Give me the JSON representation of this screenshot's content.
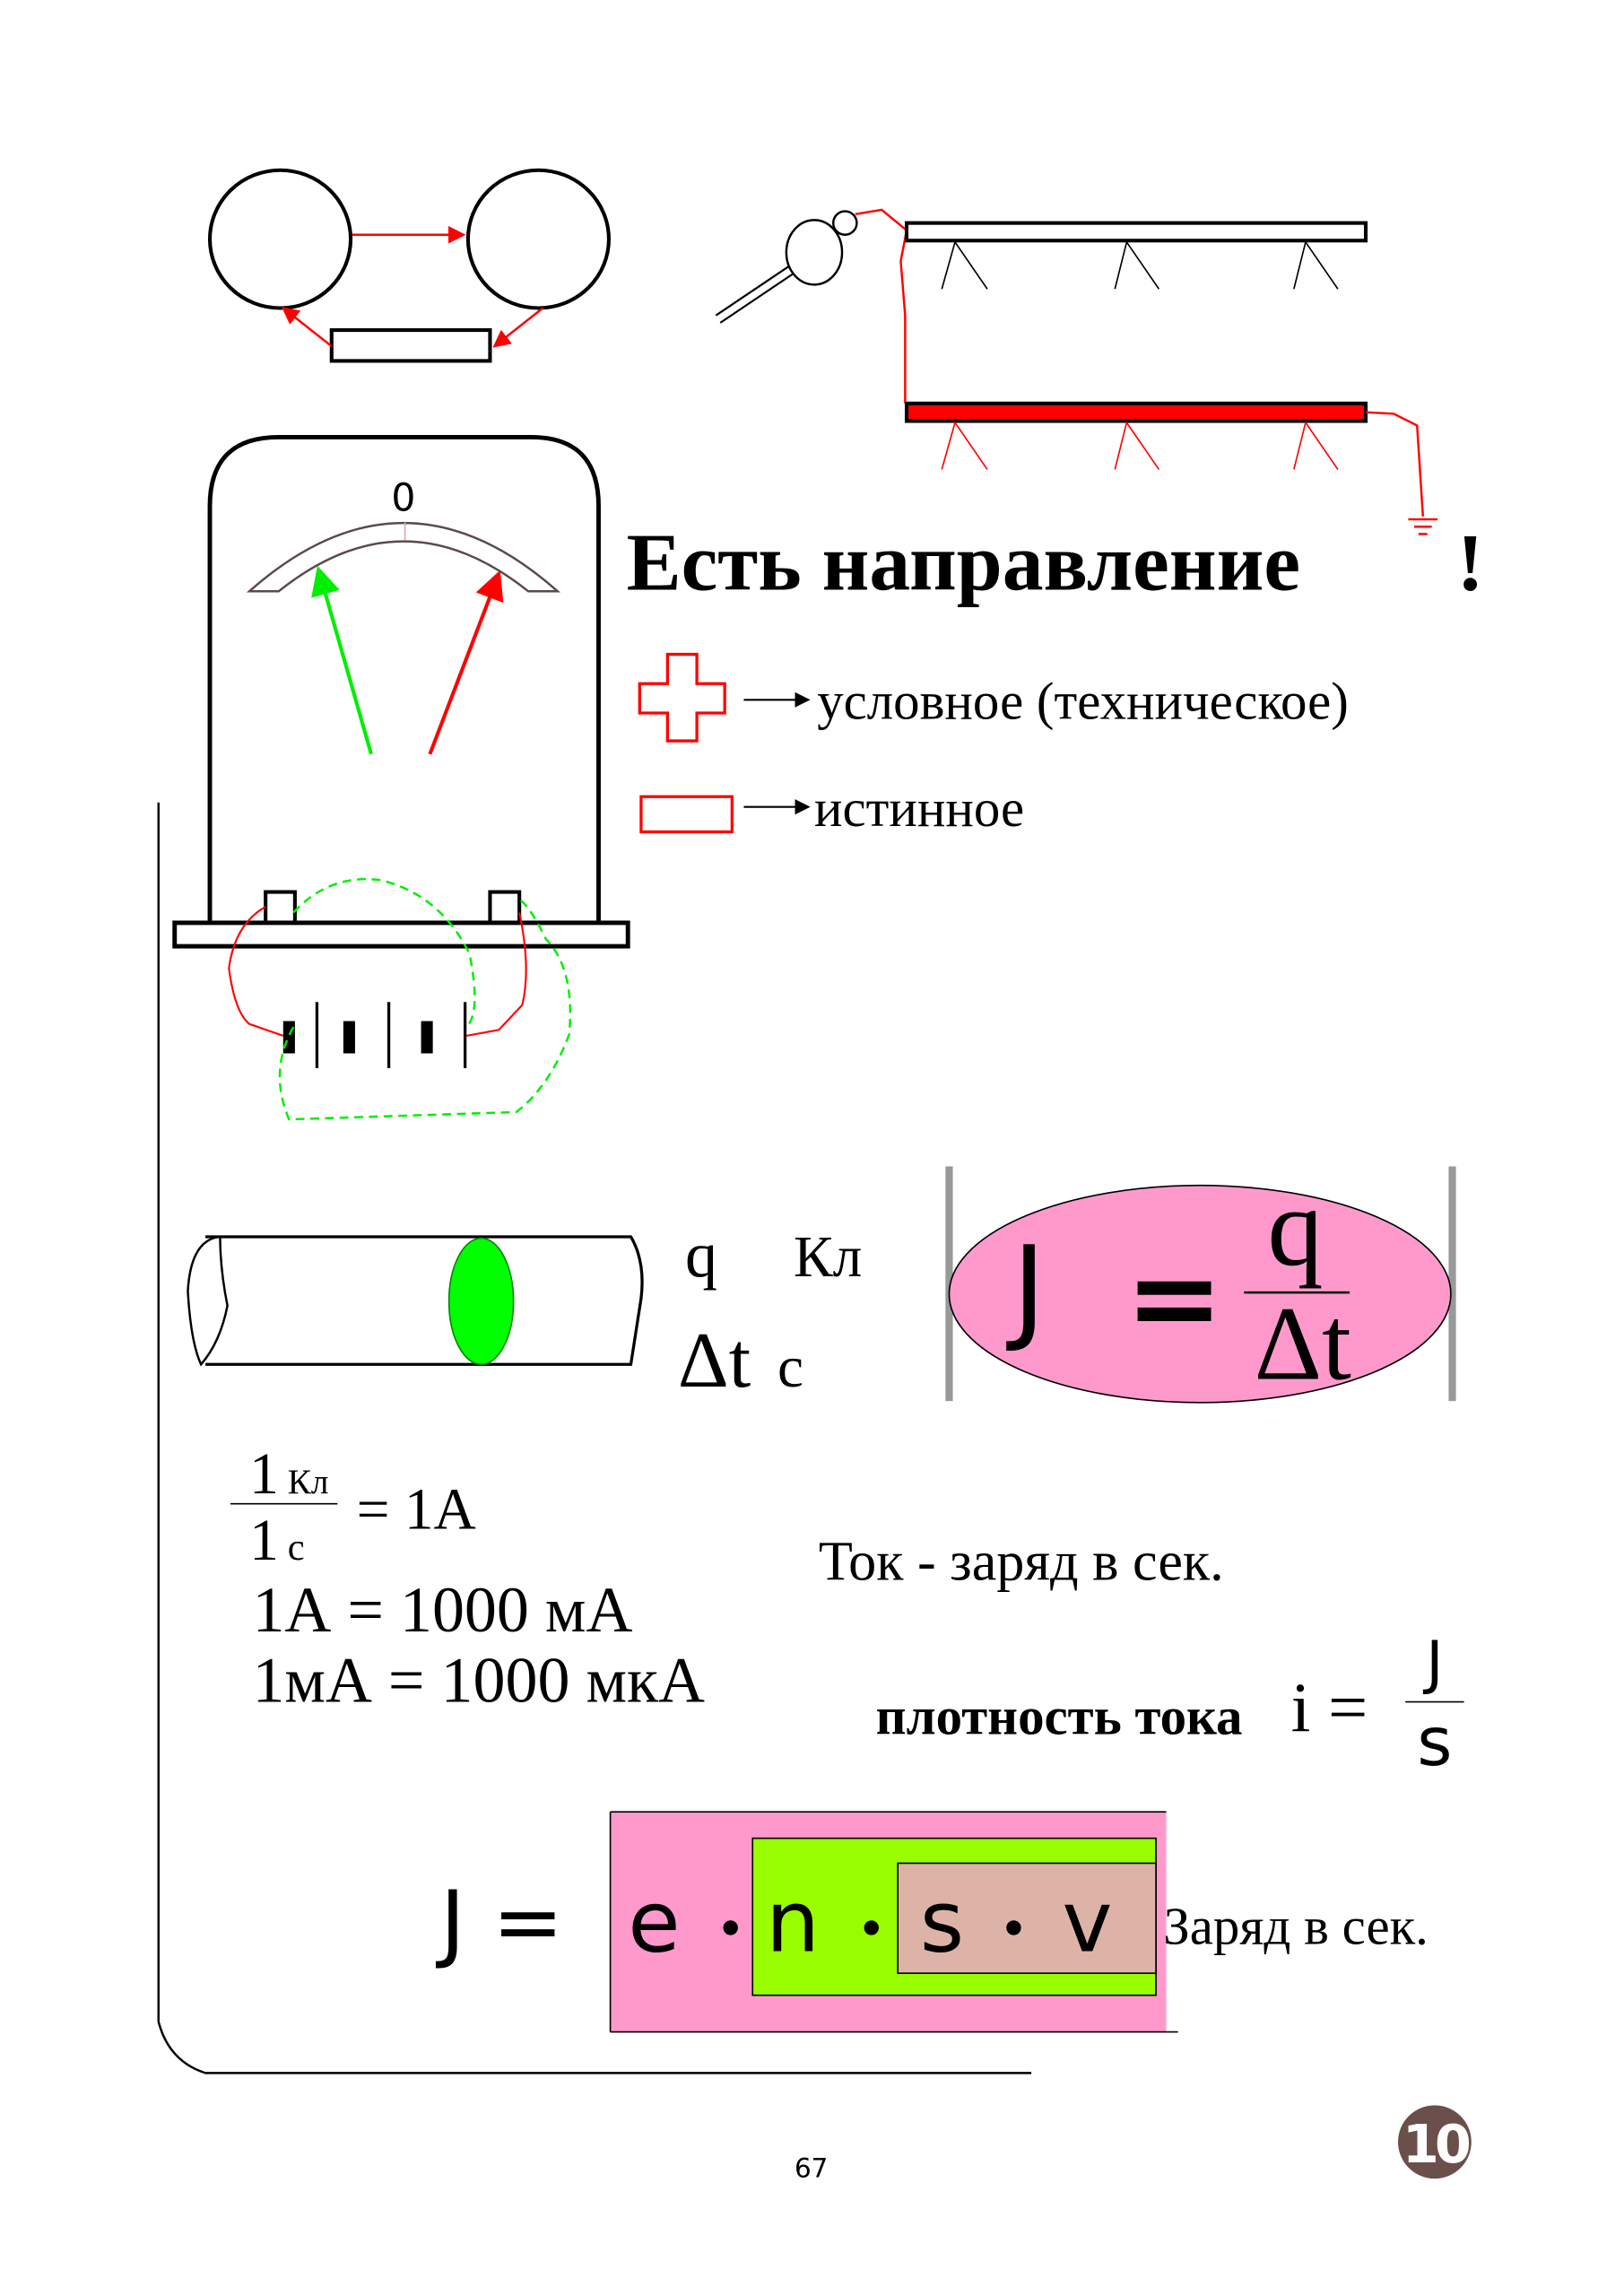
{
  "meter": {
    "zero_label": "0"
  },
  "title": {
    "text": "Есть направление",
    "exclamation": "!"
  },
  "legend": {
    "conventional": "условное (техническое)",
    "true_direction": "истинное"
  },
  "wire": {
    "q": "q",
    "q_unit": "Кл",
    "dt": "Δt",
    "dt_unit": "с"
  },
  "formula_current": {
    "lhs": "J",
    "eq": "=",
    "num": "q",
    "den": "Δt"
  },
  "units": {
    "frac_num": "1",
    "frac_num_unit": "Кл",
    "frac_den": "1",
    "frac_den_unit": "с",
    "frac_result": "= 1А",
    "line2": "1А = 1000 мА",
    "line3": "1мА = 1000 мкА"
  },
  "definition": "Ток - заряд в сек.",
  "density": {
    "label": "плотность тока",
    "lhs": "i =",
    "num": "J",
    "den": "s"
  },
  "formula_bottom": {
    "lhs": "J =",
    "e": "e",
    "n": "n",
    "s": "s",
    "v": "v",
    "caption": "Заряд в сек."
  },
  "page_number": "67",
  "chapter_badge": "10",
  "colors": {
    "pink": "#ff99cc",
    "lime": "#99ff00",
    "tan": "#ddb3a8",
    "red": "#ff0000",
    "green": "#00ee00",
    "badge": "#6b4f4b"
  }
}
